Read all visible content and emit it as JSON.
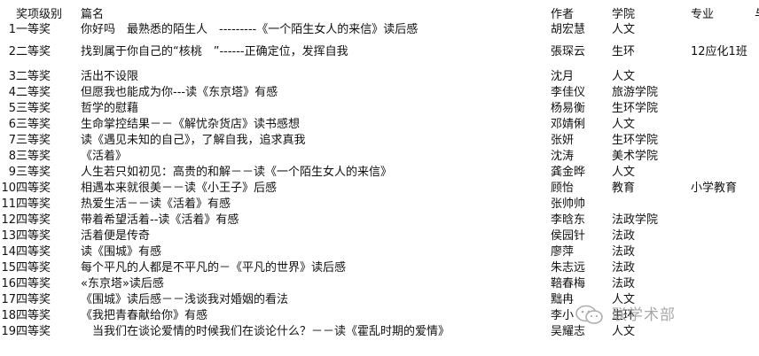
{
  "header": {
    "level": "奖项级别",
    "title": "篇名",
    "author": "作者",
    "college": "学院",
    "major": "专业",
    "extra": "与"
  },
  "rows": [
    {
      "num": "1",
      "level": "一等奖",
      "title": "你好吗　最熟悉的陌生人　---------《一个陌生女人的来信》读后感",
      "author": "胡宏慧",
      "college": "人文",
      "major": ""
    },
    {
      "num": "2",
      "level": "二等奖",
      "title": "找到属于你自己的“核桃　”------正确定位，发挥自我",
      "author": "張琛云",
      "college": "生环",
      "major": "12应化1班"
    },
    {
      "num": "3",
      "level": "二等奖",
      "title": "活出不设限",
      "author": "沈月",
      "college": "人文",
      "major": ""
    },
    {
      "num": "4",
      "level": "二等奖",
      "title": "但愿我也能成为你---读《东京塔》有感",
      "author": "李佳仪",
      "college": "旅游学院",
      "major": ""
    },
    {
      "num": "5",
      "level": "三等奖",
      "title": "哲学的慰藉",
      "author": "杨易衡",
      "college": "生环学院",
      "major": ""
    },
    {
      "num": "6",
      "level": "三等奖",
      "title": "生命掌控结果－－《解忧杂货店》读书感想",
      "author": "邓婧俐",
      "college": "人文",
      "major": ""
    },
    {
      "num": "7",
      "level": "三等奖",
      "title": "读《遇见未知的自己》，了解自我，追求真我",
      "author": "张妍",
      "college": "生环学院",
      "major": ""
    },
    {
      "num": "8",
      "level": "三等奖",
      "title": "《活着》",
      "author": "沈涛",
      "college": "美术学院",
      "major": ""
    },
    {
      "num": "9",
      "level": "三等奖",
      "title": "人生若只如初见：高贵的和解－－读《一个陌生女人的来信》",
      "author": "龚金晔",
      "college": "人文",
      "major": ""
    },
    {
      "num": "10",
      "level": "四等奖",
      "title": "相遇本来就很美－－读《小王子》后感",
      "author": "顾怡",
      "college": "教育",
      "major": "小学教育"
    },
    {
      "num": "11",
      "level": "四等奖",
      "title": "热爱生活－－读《活着》有感",
      "author": "张帅帅",
      "college": "",
      "major": ""
    },
    {
      "num": "12",
      "level": "四等奖",
      "title": "带着希望活着--读《活着》有感",
      "author": "李晗东",
      "college": "法政学院",
      "major": ""
    },
    {
      "num": "13",
      "level": "四等奖",
      "title": "活着便是传奇",
      "author": "侯园针",
      "college": "法政",
      "major": ""
    },
    {
      "num": "14",
      "level": "四等奖",
      "title": "读《围城》有感",
      "author": "廖萍",
      "college": "法政",
      "major": ""
    },
    {
      "num": "15",
      "level": "四等奖",
      "title": "每个平凡的人都是不平凡的－《平凡的世界》读后感",
      "author": "朱志远",
      "college": "法政",
      "major": ""
    },
    {
      "num": "16",
      "level": "四等奖",
      "title": "«东京塔»读后感",
      "author": "鞛春梅",
      "college": "法政",
      "major": ""
    },
    {
      "num": "17",
      "level": "四等奖",
      "title": "《围城》读后感－－浅谈我对婚姻的看法",
      "author": "黜冉",
      "college": "人文",
      "major": ""
    },
    {
      "num": "18",
      "level": "四等奖",
      "title": "《我把青春献给你》有感",
      "author": "李小",
      "college": "生环",
      "major": ""
    },
    {
      "num": "19",
      "level": "四等奖",
      "title": "　当我们在谈论爱情的时候我们在谈论什么？－－读《霍乱时期的爱情》",
      "author": "吴耀志",
      "college": "人文",
      "major": ""
    }
  ],
  "watermark": {
    "text": "联学术部",
    "logo_icon": "wechat-logo-icon"
  }
}
